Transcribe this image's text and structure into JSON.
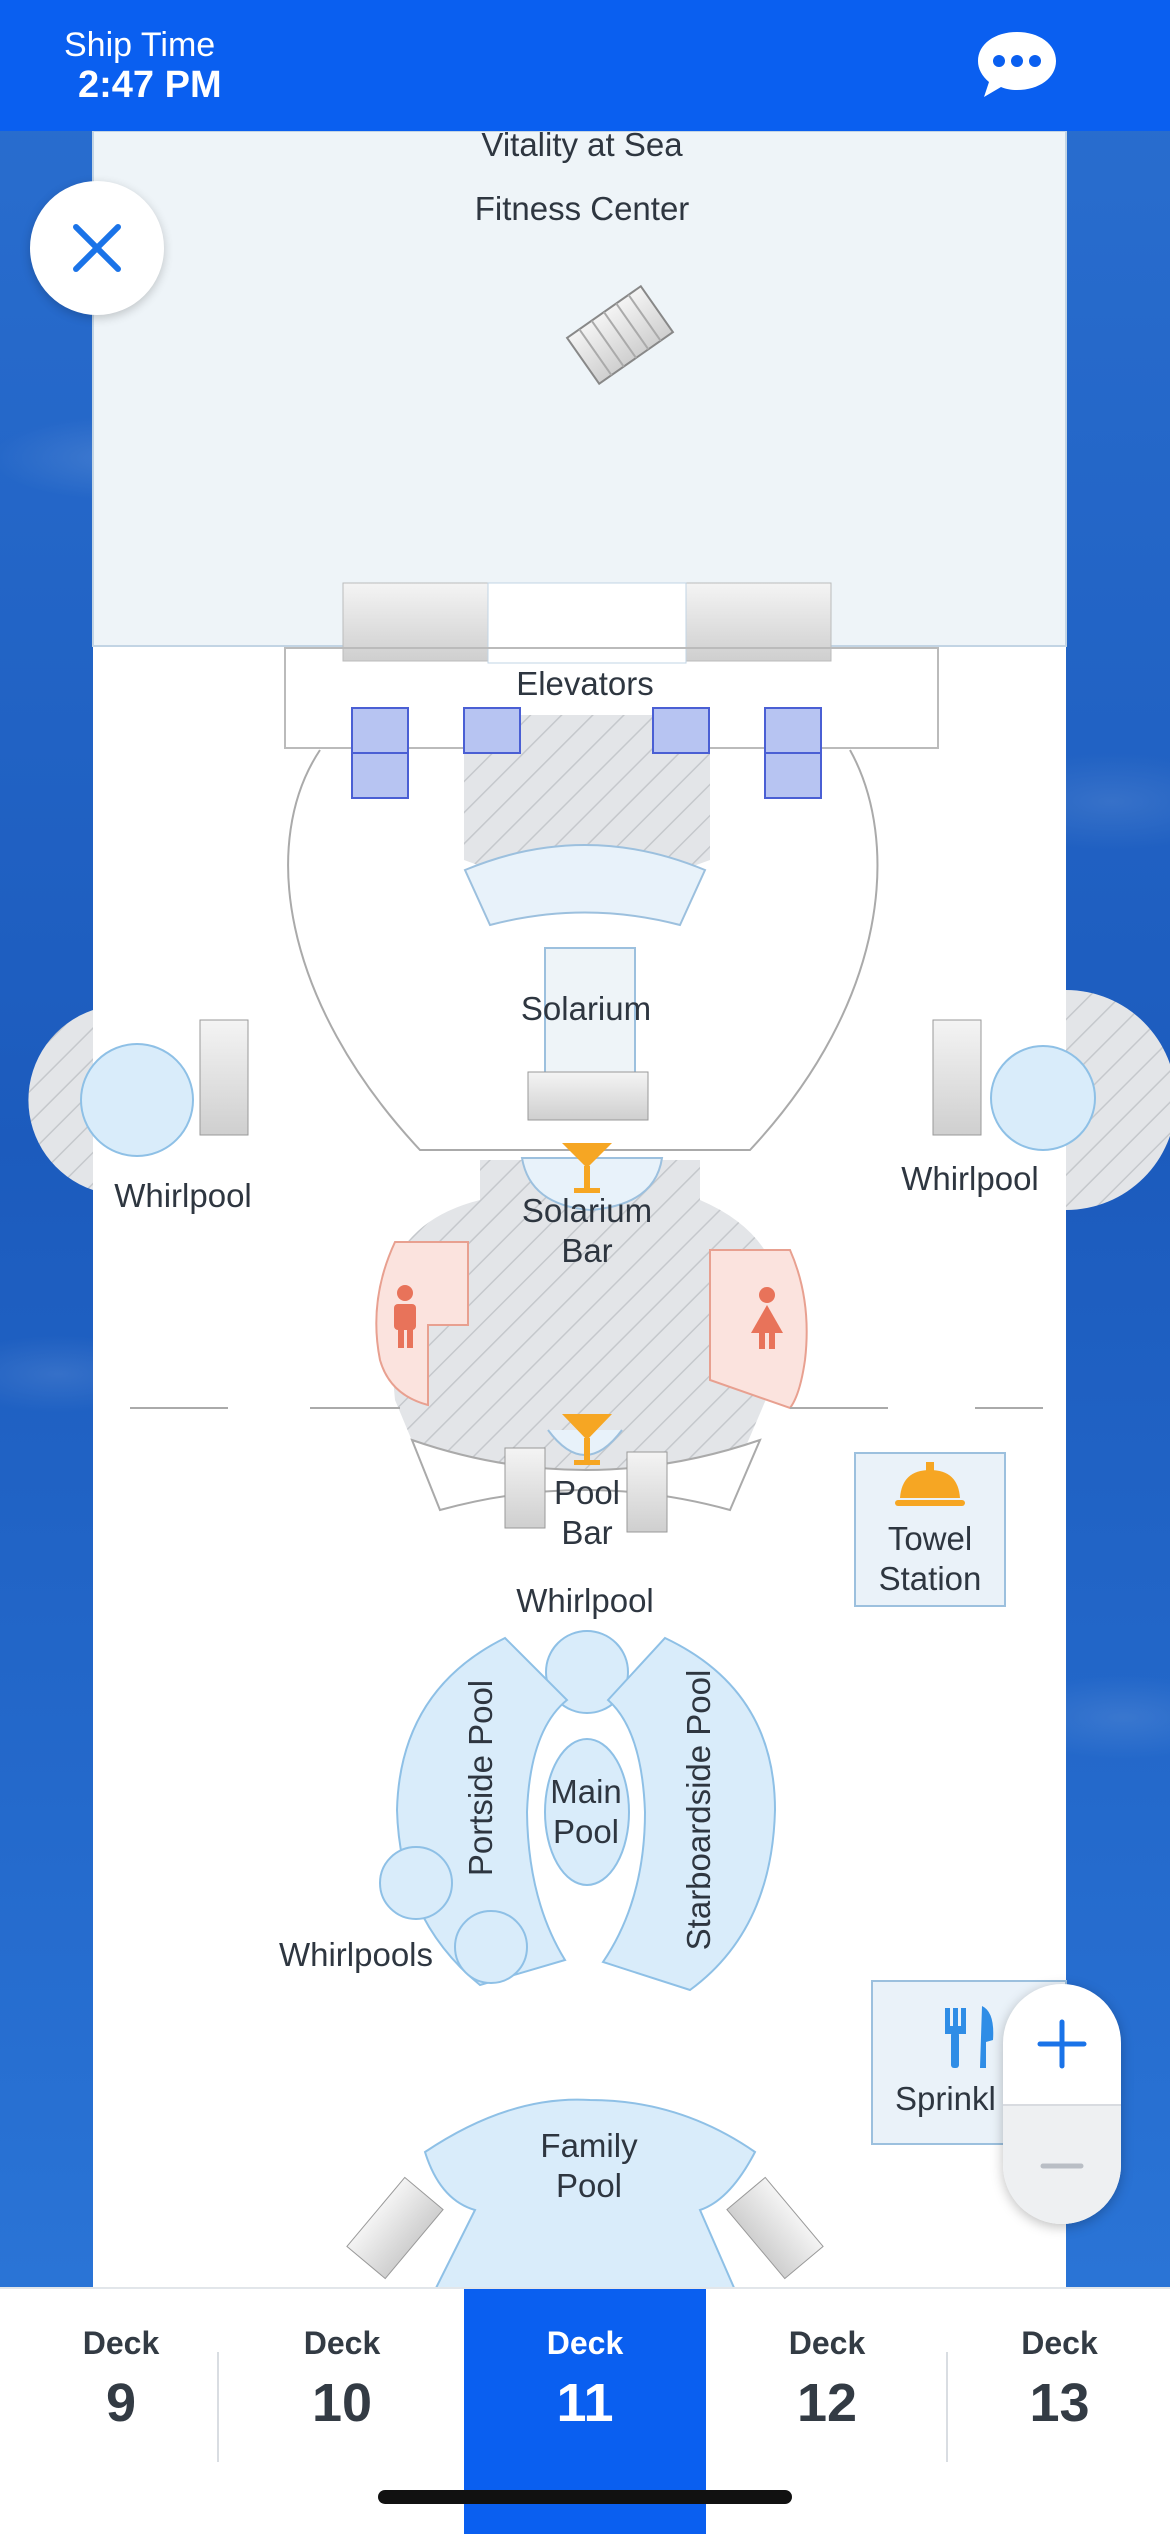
{
  "header": {
    "ship_time_label": "Ship Time",
    "ship_time_value": "2:47 PM",
    "chat_icon": "chat-bubble-icon"
  },
  "map": {
    "fitness_center": "Vitality at Sea Fitness Center",
    "fitness_center_line1": "Vitality at Sea",
    "fitness_center_line2": "Fitness Center",
    "elevators": "Elevators",
    "solarium": "Solarium",
    "solarium_bar_line1": "Solarium",
    "solarium_bar_line2": "Bar",
    "whirlpool_left": "Whirlpool",
    "whirlpool_right": "Whirlpool",
    "pool_bar_line1": "Pool",
    "pool_bar_line2": "Bar",
    "towel_station_line1": "Towel",
    "towel_station_line2": "Station",
    "whirlpool_center": "Whirlpool",
    "portside_pool": "Portside Pool",
    "starboardside_pool": "Starboardside Pool",
    "main_pool_line1": "Main",
    "main_pool_line2": "Pool",
    "whirlpools": "Whirlpools",
    "sprinkles": "Sprinkl",
    "family_pool_line1": "Family",
    "family_pool_line2": "Pool"
  },
  "zoom": {
    "in_label": "+",
    "out_label": "−"
  },
  "decks": [
    {
      "label": "Deck",
      "number": "9",
      "active": false
    },
    {
      "label": "Deck",
      "number": "10",
      "active": false
    },
    {
      "label": "Deck",
      "number": "11",
      "active": true
    },
    {
      "label": "Deck",
      "number": "12",
      "active": false
    },
    {
      "label": "Deck",
      "number": "13",
      "active": false
    }
  ],
  "colors": {
    "accent": "#0a5ff0",
    "bar_icon": "#f6a623",
    "restroom": "#e8735a",
    "pool": "#d9ecfa",
    "ocean": "#2167c9"
  }
}
